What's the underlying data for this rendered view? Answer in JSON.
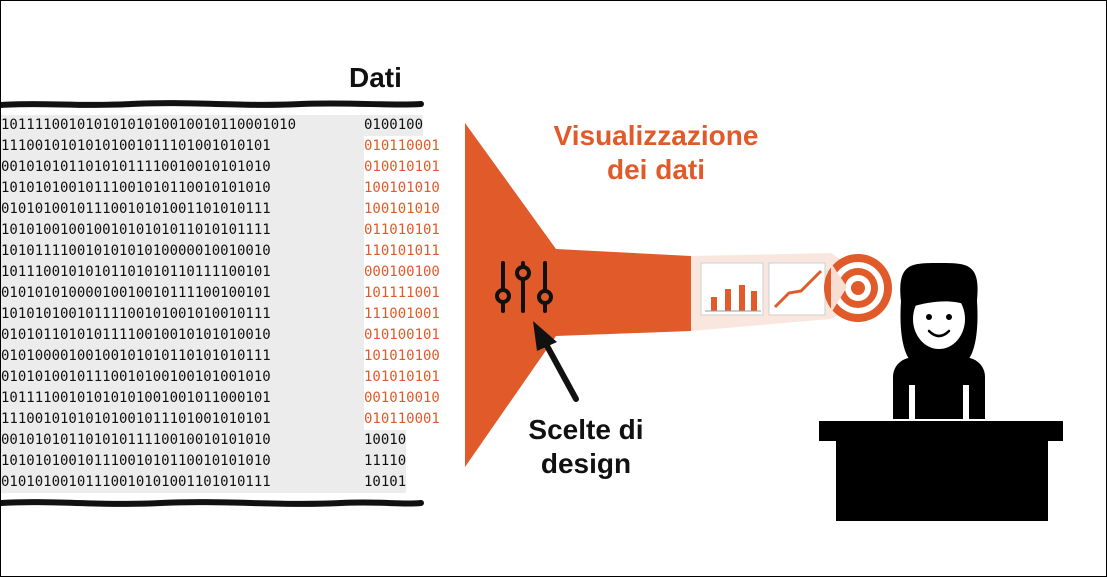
{
  "labels": {
    "data": "Dati",
    "visualization_line1": "Visualizzazione",
    "visualization_line2": "dei dati",
    "design_line1": "Scelte di",
    "design_line2": "design"
  },
  "colors": {
    "accent": "#e05a2a",
    "text": "#111111",
    "data_bg": "#ececec"
  },
  "icons": [
    "sliders-icon",
    "arrow-icon",
    "bar-chart-icon",
    "line-chart-icon",
    "target-icon",
    "person-icon",
    "desk-icon"
  ],
  "binary_rows": [
    {
      "left": "10111100101010101010010010110001010",
      "right": "0100100",
      "accent": false
    },
    {
      "left": "11100101010101001011101001010101",
      "right": "010110001",
      "accent": true
    },
    {
      "left": "00101010110101011110010010101010",
      "right": "010010101",
      "accent": true
    },
    {
      "left": "10101010010111001010110010101010",
      "right": "100101010",
      "accent": true
    },
    {
      "left": "01010100101110010101001101010111",
      "right": "100101010",
      "accent": true
    },
    {
      "left": "10101001001001010101011010101111",
      "right": "011010101",
      "accent": true
    },
    {
      "left": "10101111001010101010000010010010",
      "right": "110101011",
      "accent": true
    },
    {
      "left": "10111001010101101010110111100101",
      "right": "000100100",
      "accent": true
    },
    {
      "left": "01010101000010010010111100100101",
      "right": "101111001",
      "accent": true
    },
    {
      "left": "10101010010111100101001010010111",
      "right": "111001001",
      "accent": true
    },
    {
      "left": "01010110101011110010010101010010",
      "right": "010100101",
      "accent": true
    },
    {
      "left": "01010000100100101010110101010111",
      "right": "101010100",
      "accent": true
    },
    {
      "left": "01010100101110010100100101001010",
      "right": "101010101",
      "accent": true
    },
    {
      "left": "10111100101010101001001011000101",
      "right": "001010010",
      "accent": true
    },
    {
      "left": "11100101010101001011101001010101",
      "right": "010110001",
      "accent": true
    },
    {
      "left": "00101010110101011110010010101010",
      "right": "10010",
      "accent": false
    },
    {
      "left": "10101010010111001010110010101010",
      "right": "11110",
      "accent": false
    },
    {
      "left": "01010100101110010101001101010111",
      "right": "10101",
      "accent": false
    }
  ]
}
